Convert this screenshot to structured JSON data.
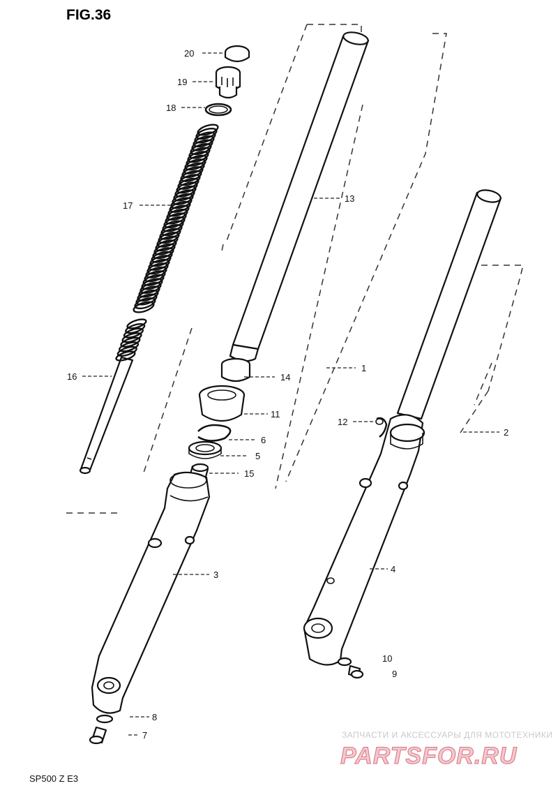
{
  "figure": {
    "title": "FIG.36",
    "model_code": "SP500 Z E3"
  },
  "parts": [
    {
      "id": "p1",
      "number": "1"
    },
    {
      "id": "p2",
      "number": "2"
    },
    {
      "id": "p3",
      "number": "3"
    },
    {
      "id": "p4",
      "number": "4"
    },
    {
      "id": "p5",
      "number": "5"
    },
    {
      "id": "p6",
      "number": "6"
    },
    {
      "id": "p7",
      "number": "7"
    },
    {
      "id": "p8",
      "number": "8"
    },
    {
      "id": "p9",
      "number": "9"
    },
    {
      "id": "p10",
      "number": "10"
    },
    {
      "id": "p11",
      "number": "11"
    },
    {
      "id": "p12",
      "number": "12"
    },
    {
      "id": "p13",
      "number": "13"
    },
    {
      "id": "p14",
      "number": "14"
    },
    {
      "id": "p15",
      "number": "15"
    },
    {
      "id": "p16",
      "number": "16"
    },
    {
      "id": "p17",
      "number": "17"
    },
    {
      "id": "p18",
      "number": "18"
    },
    {
      "id": "p19",
      "number": "19"
    },
    {
      "id": "p20",
      "number": "20"
    }
  ],
  "watermark": {
    "caption": "ЗАПЧАСТИ И АКСЕССУАРЫ ДЛЯ МОТОТЕХНИКИ",
    "brand": "PARTSFOR.RU"
  }
}
